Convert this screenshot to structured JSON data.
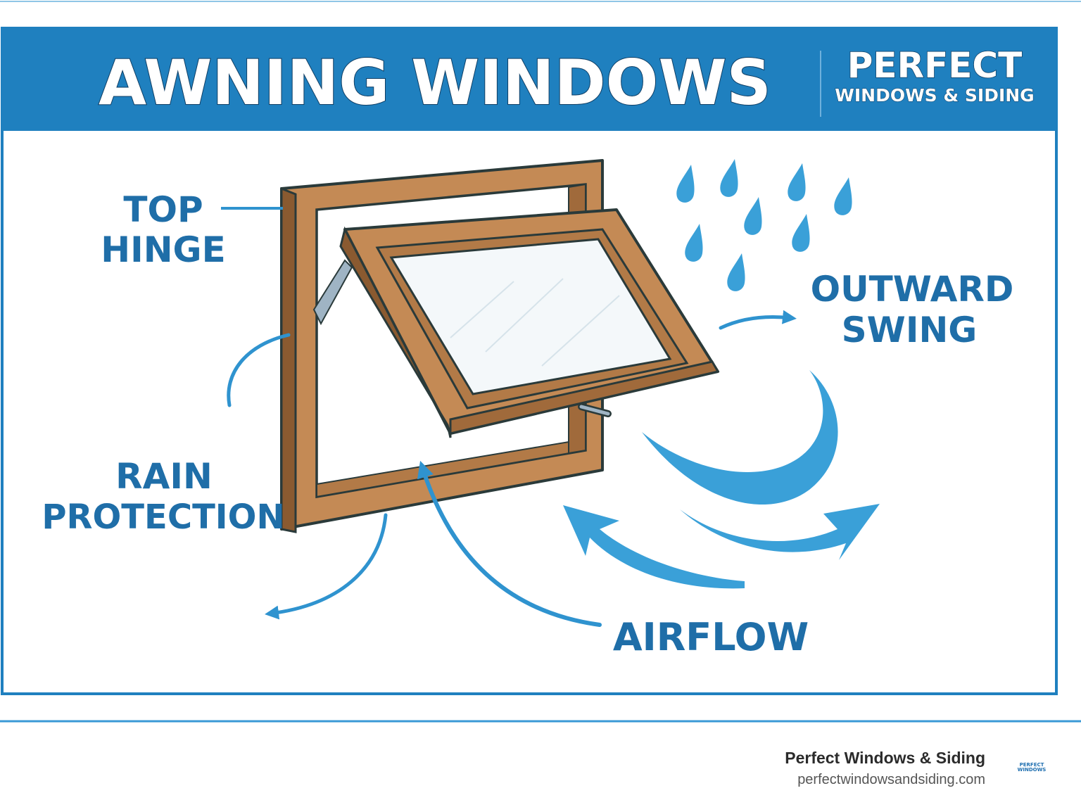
{
  "header": {
    "title": "AWNING WINDOWS",
    "brand_line1": "PERFECT",
    "brand_line2": "WINDOWS & SIDING"
  },
  "labels": {
    "top_hinge_line1": "TOP",
    "top_hinge_line2": "HINGE",
    "rain_line1": "RAIN",
    "rain_line2": "PROTECTION",
    "outward_line1": "OUTWARD",
    "outward_line2": "SWING",
    "airflow": "AIRFLOW"
  },
  "footer": {
    "company": "Perfect Windows & Siding",
    "url": "perfectwindowsandsiding.com",
    "logo_line1": "PERFECT",
    "logo_line2": "WINDOWS"
  },
  "colors": {
    "header_blue": "#1f80bf",
    "label_blue": "#1f6ea8",
    "arrow_blue": "#3aa0d8",
    "wood": "#c48a55",
    "wood_dark": "#8a5a30",
    "outline": "#2a3a3a"
  },
  "icons": [
    "raindrop-icon",
    "arrow-icon",
    "window-icon"
  ]
}
